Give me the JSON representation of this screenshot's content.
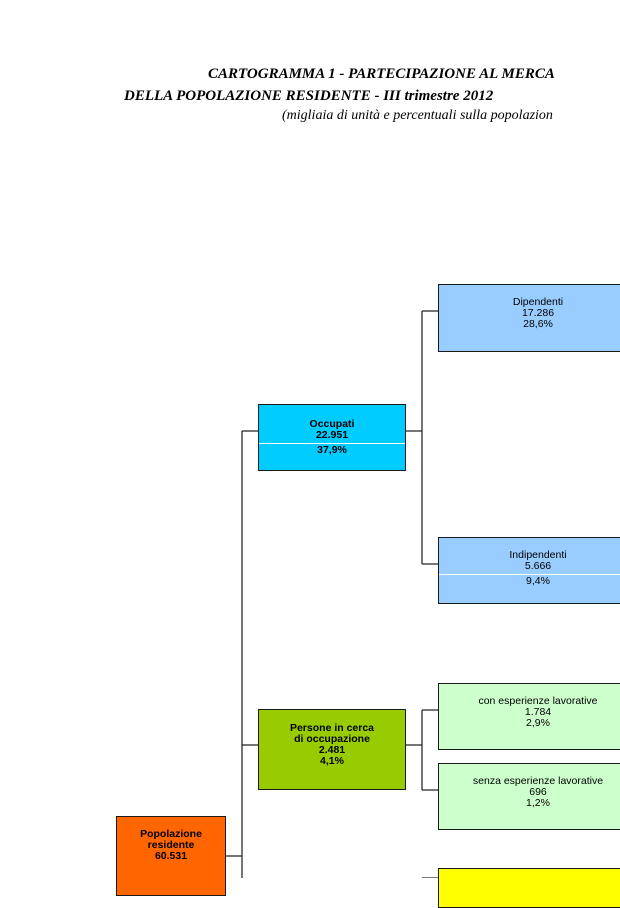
{
  "title": {
    "line1": "CARTOGRAMMA 1 - PARTECIPAZIONE AL MERCA",
    "line2": "DELLA POPOLAZIONE RESIDENTE - III trimestre 2012",
    "line3": "(migliaia di unità e percentuali sulla popolazion"
  },
  "nodes": {
    "popolazione": {
      "label_line1": "Popolazione",
      "label_line2": "residente",
      "value": "60.531",
      "color": "#ff6600"
    },
    "occupati": {
      "label": "Occupati",
      "value": "22.951",
      "percent": "37,9%",
      "color": "#00ccff"
    },
    "dipendenti": {
      "label": "Dipendenti",
      "value": "17.286",
      "percent": "28,6%",
      "color": "#99ccff"
    },
    "indipendenti": {
      "label": "Indipendenti",
      "value": "5.666",
      "percent": "9,4%",
      "color": "#99ccff"
    },
    "persone_cerca": {
      "label_line1": "Persone in cerca",
      "label_line2": "di occupazione",
      "value": "2.481",
      "percent": "4,1%",
      "color": "#99cc00"
    },
    "con_esperienze": {
      "label": "con esperienze lavorative",
      "value": "1.784",
      "percent": "2,9%",
      "color": "#ccffcc"
    },
    "senza_esperienze": {
      "label": "senza esperienze lavorative",
      "value": "696",
      "percent": "1,2%",
      "color": "#ccffcc"
    },
    "inattivi_partial": {
      "color": "#ffff00"
    }
  }
}
